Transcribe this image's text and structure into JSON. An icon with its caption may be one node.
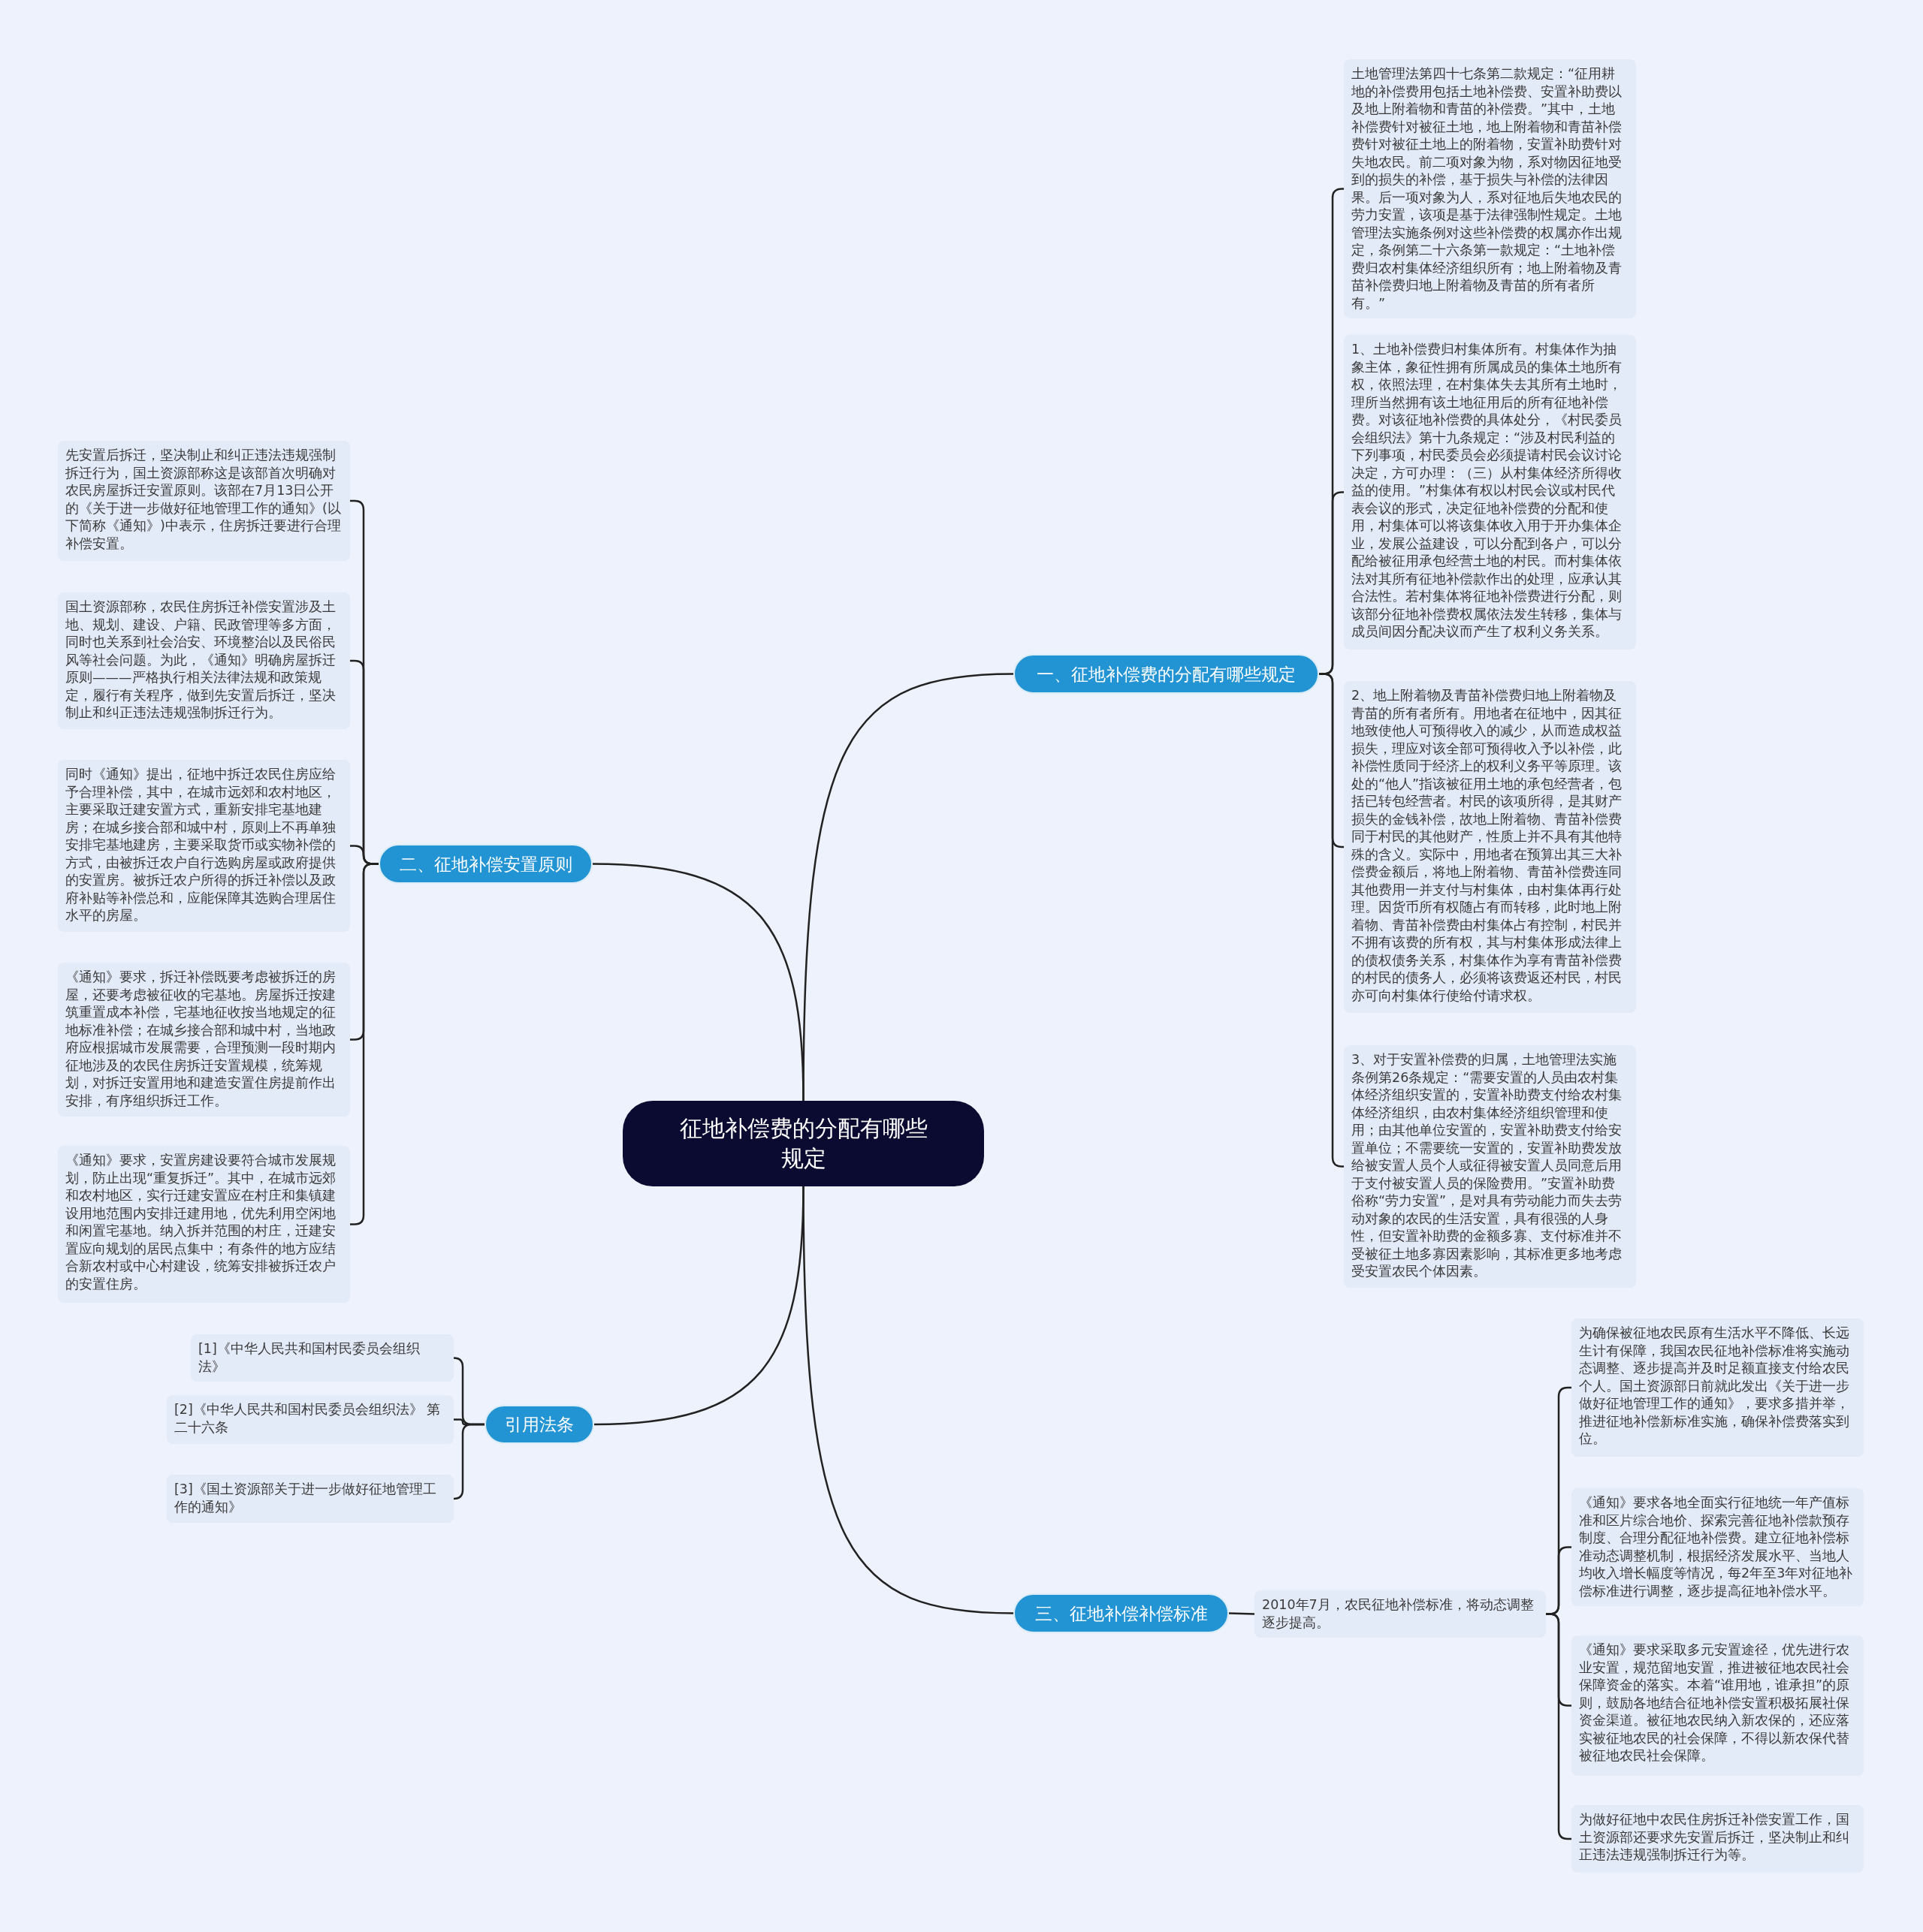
{
  "diagram": {
    "nodes": [
      {
        "text": [
          "征地补偿费的分配有哪些规定"
        ]
      },
      {
        "text": [
          "一、征地补偿费的分配有哪些规定"
        ]
      },
      {
        "text": [
          "土地管理法第四十七条第二款规定：“征用耕地的补偿费用包括土地补偿费、安置补助费以及地上附着物和青苗的补偿费。”其中，土地补偿费针对被征土地，地上附着物和青苗补偿费针对被征土地上的附着物，安置补助费针对失地农民。前二项对象为物，系对物因征地受到的损失的补偿，基于损失与补偿的法律因果。后一项对象为人，系对征地后失地农民的劳力安置，该项是基于法律强制性规定。土地管理法实施条例对这些补偿费的权属亦作出规定，条例第二十六条第一款规定：“土地补偿费归农村集体经济组织所有；地上附着物及青苗补偿费归地上附着物及青苗的所有者所有。”"
        ]
      },
      {
        "text": [
          "1、土地补偿费归村集体所有。村集体作为抽象主体，象征性拥有所属成员的集体土地所有权，依照法理，在村集体失去其所有土地时，理所当然拥有该土地征用后的所有征地补偿费。对该征地补偿费的具体处分，《村民委员会组织法》第十九条规定：“涉及村民利益的下列事项，村民委员会必须提请村民会议讨论决定，方可办理：（三）从村集体经济所得收益的使用。”村集体有权以村民会议或村民代表会议的形式，决定征地补偿费的分配和使用，村集体可以将该集体收入用于开办集体企业，发展公益建设，可以分配到各户，可以分配给被征用承包经营土地的村民。而村集体依法对其所有征地补偿款作出的处理，应承认其合法性。若村集体将征地补偿费进行分配，则该部分征地补偿费权属依法发生转移，集体与成员间因分配决议而产生了权利义务关系。"
        ]
      },
      {
        "text": [
          "2、地上附着物及青苗补偿费归地上附着物及青苗的所有者所有。用地者在征地中，因其征地致使他人可预得收入的减少，从而造成权益损失，理应对该全部可预得收入予以补偿，此补偿性质同于经济上的权利义务平等原理。该处的“他人”指该被征用土地的承包经营者，包括已转包经营者。村民的该项所得，是其财产损失的金钱补偿，故地上附着物、青苗补偿费同于村民的其他财产，性质上并不具有其他特殊的含义。实际中，用地者在预算出其三大补偿费金额后，将地上附着物、青苗补偿费连同其他费用一并支付与村集体，由村集体再行处理。因货币所有权随占有而转移，此时地上附着物、青苗补偿费由村集体占有控制，村民并不拥有该费的所有权，其与村集体形成法律上的债权债务关系，村集体作为享有青苗补偿费的村民的债务人，必须将该费返还村民，村民亦可向村集体行使给付请求权。"
        ]
      },
      {
        "text": [
          "3、对于安置补偿费的归属，土地管理法实施条例第26条规定：“需要安置的人员由农村集体经济组织安置的，安置补助费支付给农村集体经济组织，由农村集体经济组织管理和使用；由其他单位安置的，安置补助费支付给安置单位；不需要统一安置的，安置补助费发放给被安置人员个人或征得被安置人员同意后用于支付被安置人员的保险费用。”安置补助费俗称“劳力安置”，是对具有劳动能力而失去劳动对象的农民的生活安置，具有很强的人身性，但安置补助费的金额多寡、支付标准并不受被征土地多寡因素影响，其标准更多地考虑受安置农民个体因素。"
        ]
      },
      {
        "text": [
          "二、征地补偿安置原则"
        ]
      },
      {
        "text": [
          "先安置后拆迁，坚决制止和纠正违法违规强制拆迁行为，国土资源部称这是该部首次明确对农民房屋拆迁安置原则。该部在7月13日公开的《关于进一步做好征地管理工作的通知》(以下简称《通知》)中表示，住房拆迁要进行合理补偿安置。"
        ]
      },
      {
        "text": [
          "国土资源部称，农民住房拆迁补偿安置涉及土地、规划、建设、户籍、民政管理等多方面，同时也关系到社会治安、环境整治以及民俗民风等社会问题。为此，《通知》明确房屋拆迁原则———严格执行相关法律法规和政策规定，履行有关程序，做到先安置后拆迁，坚决制止和纠正违法违规强制拆迁行为。"
        ]
      },
      {
        "text": [
          "同时《通知》提出，征地中拆迁农民住房应给予合理补偿，其中，在城市远郊和农村地区，主要采取迁建安置方式，重新安排宅基地建房；在城乡接合部和城中村，原则上不再单独安排宅基地建房，主要采取货币或实物补偿的方式，由被拆迁农户自行选购房屋或政府提供的安置房。被拆迁农户所得的拆迁补偿以及政府补贴等补偿总和，应能保障其选购合理居住水平的房屋。"
        ]
      },
      {
        "text": [
          "《通知》要求，拆迁补偿既要考虑被拆迁的房屋，还要考虑被征收的宅基地。房屋拆迁按建筑重置成本补偿，宅基地征收按当地规定的征地标准补偿；在城乡接合部和城中村，当地政府应根据城市发展需要，合理预测一段时期内征地涉及的农民住房拆迁安置规模，统筹规划，对拆迁安置用地和建造安置住房提前作出安排，有序组织拆迁工作。"
        ]
      },
      {
        "text": [
          "《通知》要求，安置房建设要符合城市发展规划，防止出现“重复拆迁”。其中，在城市远郊和农村地区，实行迁建安置应在村庄和集镇建设用地范围内安排迁建用地，优先利用空闲地和闲置宅基地。纳入拆并范围的村庄，迁建安置应向规划的居民点集中；有条件的地方应结合新农村或中心村建设，统筹安排被拆迁农户的安置住房。"
        ]
      },
      {
        "text": [
          "引用法条"
        ]
      },
      {
        "text": [
          "[1]《中华人民共和国村民委员会组织法》"
        ]
      },
      {
        "text": [
          "[2]《中华人民共和国村民委员会组织法》 第二十六条"
        ]
      },
      {
        "text": [
          "[3]《国土资源部关于进一步做好征地管理工作的通知》"
        ]
      },
      {
        "text": [
          "三、征地补偿补偿标准"
        ]
      },
      {
        "text": [
          "2010年7月，农民征地补偿标准，将动态调整逐步提高。"
        ]
      },
      {
        "text": [
          "为确保被征地农民原有生活水平不降低、长远生计有保障，我国农民征地补偿标准将实施动态调整、逐步提高并及时足额直接支付给农民个人。国土资源部日前就此发出《关于进一步做好征地管理工作的通知》，要求多措并举，推进征地补偿新标准实施，确保补偿费落实到位。"
        ]
      },
      {
        "text": [
          "《通知》要求各地全面实行征地统一年产值标准和区片综合地价、探索完善征地补偿款预存制度、合理分配征地补偿费。建立征地补偿标准动态调整机制，根据经济发展水平、当地人均收入增长幅度等情况，每2年至3年对征地补偿标准进行调整，逐步提高征地补偿水平。"
        ]
      },
      {
        "text": [
          "《通知》要求采取多元安置途径，优先进行农业安置，规范留地安置，推进被征地农民社会保障资金的落实。本着“谁用地，谁承担”的原则，鼓励各地结合征地补偿安置积极拓展社保资金渠道。被征地农民纳入新农保的，还应落实被征地农民的社会保障，不得以新农保代替被征地农民社会保障。"
        ]
      },
      {
        "text": [
          "为做好征地中农民住房拆迁补偿安置工作，国土资源部还要求先安置后拆迁，坚决制止和纠正违法违规强制拆迁行为等。"
        ]
      }
    ],
    "edges": [
      {
        "from": 0,
        "to": 1,
        "arrow": "none"
      },
      {
        "from": 1,
        "to": 2,
        "arrow": "none"
      },
      {
        "from": 1,
        "to": 3,
        "arrow": "none"
      },
      {
        "from": 1,
        "to": 4,
        "arrow": "none"
      },
      {
        "from": 1,
        "to": 5,
        "arrow": "none"
      },
      {
        "from": 0,
        "to": 6,
        "arrow": "none"
      },
      {
        "from": 6,
        "to": 7,
        "arrow": "none"
      },
      {
        "from": 6,
        "to": 8,
        "arrow": "none"
      },
      {
        "from": 6,
        "to": 9,
        "arrow": "none"
      },
      {
        "from": 6,
        "to": 10,
        "arrow": "none"
      },
      {
        "from": 6,
        "to": 11,
        "arrow": "none"
      },
      {
        "from": 0,
        "to": 12,
        "arrow": "none"
      },
      {
        "from": 12,
        "to": 13,
        "arrow": "none"
      },
      {
        "from": 12,
        "to": 14,
        "arrow": "none"
      },
      {
        "from": 12,
        "to": 15,
        "arrow": "none"
      },
      {
        "from": 0,
        "to": 16,
        "arrow": "none"
      },
      {
        "from": 16,
        "to": 17,
        "arrow": "none"
      },
      {
        "from": 17,
        "to": 18,
        "arrow": "none"
      },
      {
        "from": 17,
        "to": 19,
        "arrow": "none"
      },
      {
        "from": 17,
        "to": 20,
        "arrow": "none"
      },
      {
        "from": 17,
        "to": 21,
        "arrow": "none"
      }
    ]
  }
}
